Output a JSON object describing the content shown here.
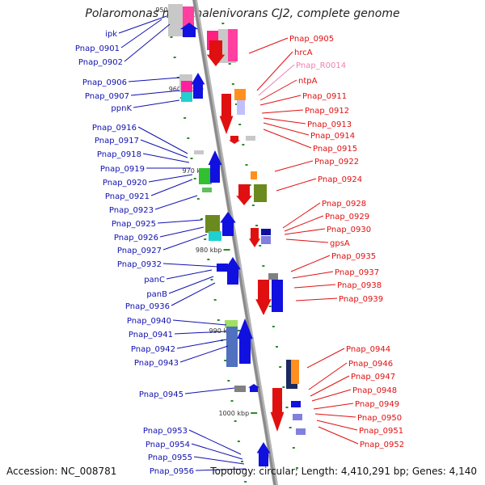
{
  "title": "Polaromonas naphthalenivorans CJ2, complete genome",
  "footer": {
    "accession": "Accession: NC_008781",
    "summary": "Topology: circular; Length: 4,410,291 bp; Genes: 4,140"
  },
  "colors": {
    "backbone": "#8a8a8a",
    "tick": "#2a8a2a",
    "left_label": "#1010b0",
    "right_label": "#e01010",
    "rna_label": "#f080b0"
  },
  "scale_ticks": [
    "950 kbp",
    "960 kbp",
    "970 kbp",
    "980 kbp",
    "990 kbp",
    "1000 kbp"
  ],
  "left_genes": [
    "ipk",
    "Pnap_0901",
    "Pnap_0902",
    "Pnap_0906",
    "Pnap_0907",
    "ppnK",
    "Pnap_0916",
    "Pnap_0917",
    "Pnap_0918",
    "Pnap_0919",
    "Pnap_0920",
    "Pnap_0921",
    "Pnap_0923",
    "Pnap_0925",
    "Pnap_0926",
    "Pnap_0927",
    "Pnap_0932",
    "panC",
    "panB",
    "Pnap_0936",
    "Pnap_0940",
    "Pnap_0941",
    "Pnap_0942",
    "Pnap_0943",
    "Pnap_0945",
    "Pnap_0953",
    "Pnap_0954",
    "Pnap_0955",
    "Pnap_0956"
  ],
  "right_genes": [
    "Pnap_0905",
    "hrcA",
    "Pnap_R0014",
    "ntpA",
    "Pnap_0911",
    "Pnap_0912",
    "Pnap_0913",
    "Pnap_0914",
    "Pnap_0915",
    "Pnap_0922",
    "Pnap_0924",
    "Pnap_0928",
    "Pnap_0929",
    "Pnap_0930",
    "gpsA",
    "Pnap_0935",
    "Pnap_0937",
    "Pnap_0938",
    "Pnap_0939",
    "Pnap_0944",
    "Pnap_0946",
    "Pnap_0947",
    "Pnap_0948",
    "Pnap_0949",
    "Pnap_0950",
    "Pnap_0951",
    "Pnap_0952"
  ]
}
